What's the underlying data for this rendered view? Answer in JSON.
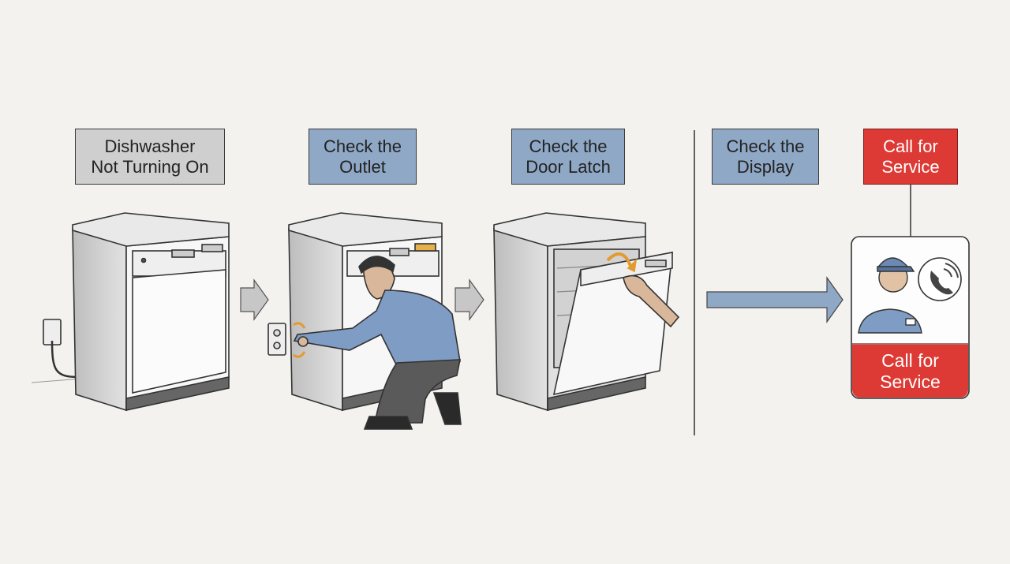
{
  "steps": [
    {
      "label": "Dishwasher\nNot Turning On",
      "style": "gray"
    },
    {
      "label": "Check the\nOutlet",
      "style": "blue"
    },
    {
      "label": "Check the\nDoor Latch",
      "style": "blue"
    },
    {
      "label": "Check the\nDisplay",
      "style": "blue"
    },
    {
      "label": "Call for\nService",
      "style": "red"
    }
  ],
  "service_card": {
    "label": "Call for\nService",
    "icons": [
      "technician-icon",
      "phone-icon"
    ]
  },
  "colors": {
    "background": "#f3f2ee",
    "gray_box": "#cfcfcf",
    "blue_box": "#8fa8c6",
    "red_box": "#dd3a35",
    "arrow": "#8fa8c6"
  }
}
